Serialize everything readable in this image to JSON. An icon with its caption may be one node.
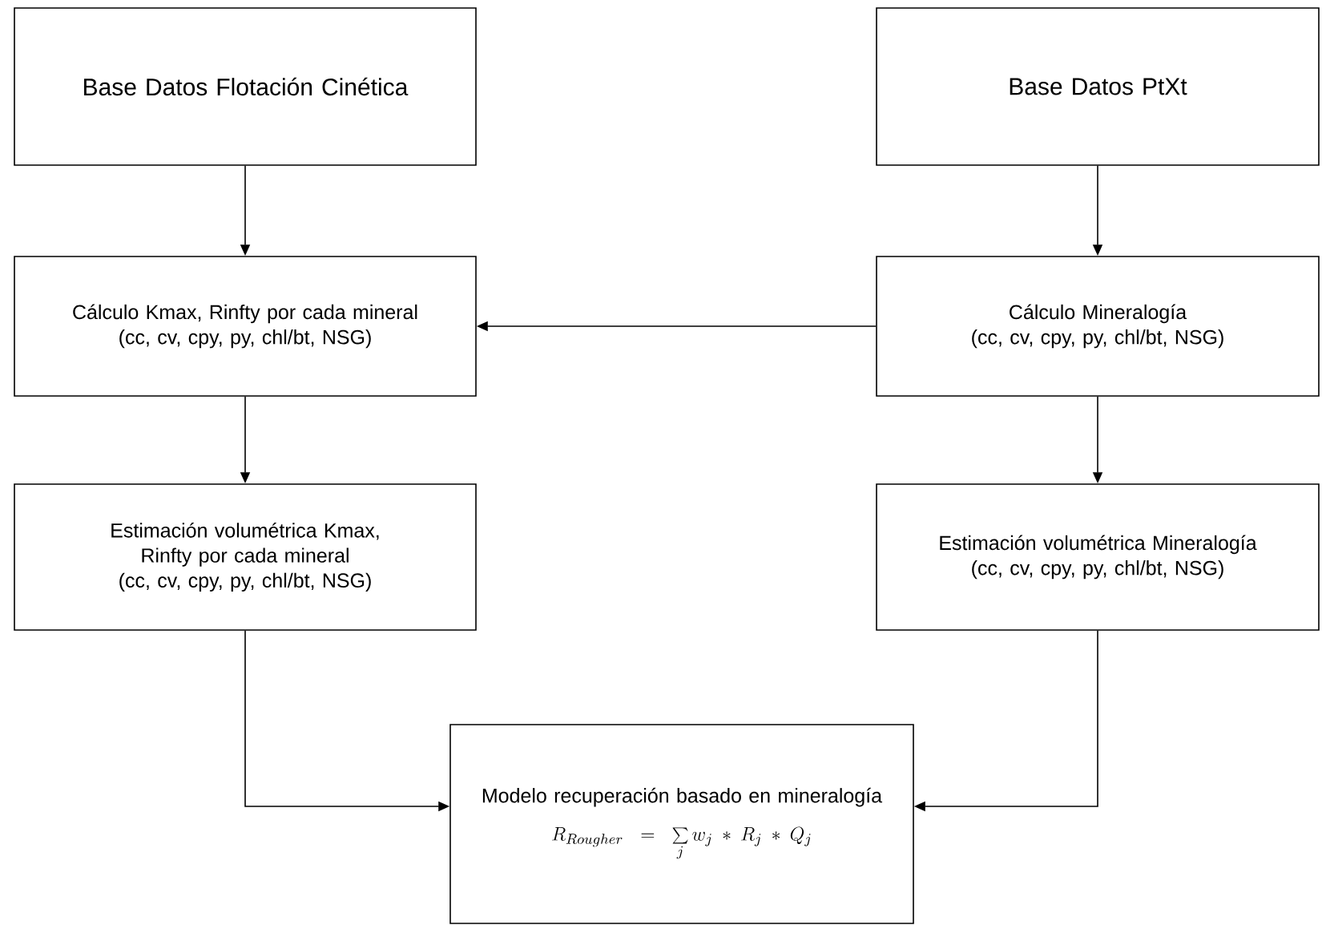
{
  "diagram": {
    "nodes": [
      {
        "text": [
          "Base Datos Flotación Cinética"
        ]
      },
      {
        "text": [
          "Base Datos PtXt"
        ]
      },
      {
        "text": [
          "Cálculo Kmax, Rinfty por cada mineral",
          "(cc, cv, cpy, py, chl/bt, NSG)"
        ]
      },
      {
        "text": [
          "Cálculo Mineralogía",
          "(cc, cv, cpy, py, chl/bt, NSG)"
        ]
      },
      {
        "text": [
          "Estimación volumétrica Kmax, Rinfty por cada mineral",
          "(cc, cv, cpy, py, chl/bt, NSG)"
        ]
      },
      {
        "text": [
          "Estimación volumétrica Mineralogía",
          "(cc, cv, cpy, py, chl/bt, NSG)"
        ]
      },
      {
        "text": [
          "Modelo recuperación basado en mineralogía",
          "R_{Rougher} = \\sum\\limits_{j} w_j * R_j * Q_j"
        ]
      }
    ],
    "edges": [
      {
        "from": 0,
        "to": 2,
        "arrow": "to"
      },
      {
        "from": 1,
        "to": 3,
        "arrow": "to"
      },
      {
        "from": 3,
        "to": 2,
        "arrow": "to"
      },
      {
        "from": 2,
        "to": 4,
        "arrow": "to"
      },
      {
        "from": 3,
        "to": 5,
        "arrow": "to"
      },
      {
        "from": 4,
        "to": 6,
        "arrow": "to"
      },
      {
        "from": 5,
        "to": 6,
        "arrow": "to"
      }
    ]
  }
}
